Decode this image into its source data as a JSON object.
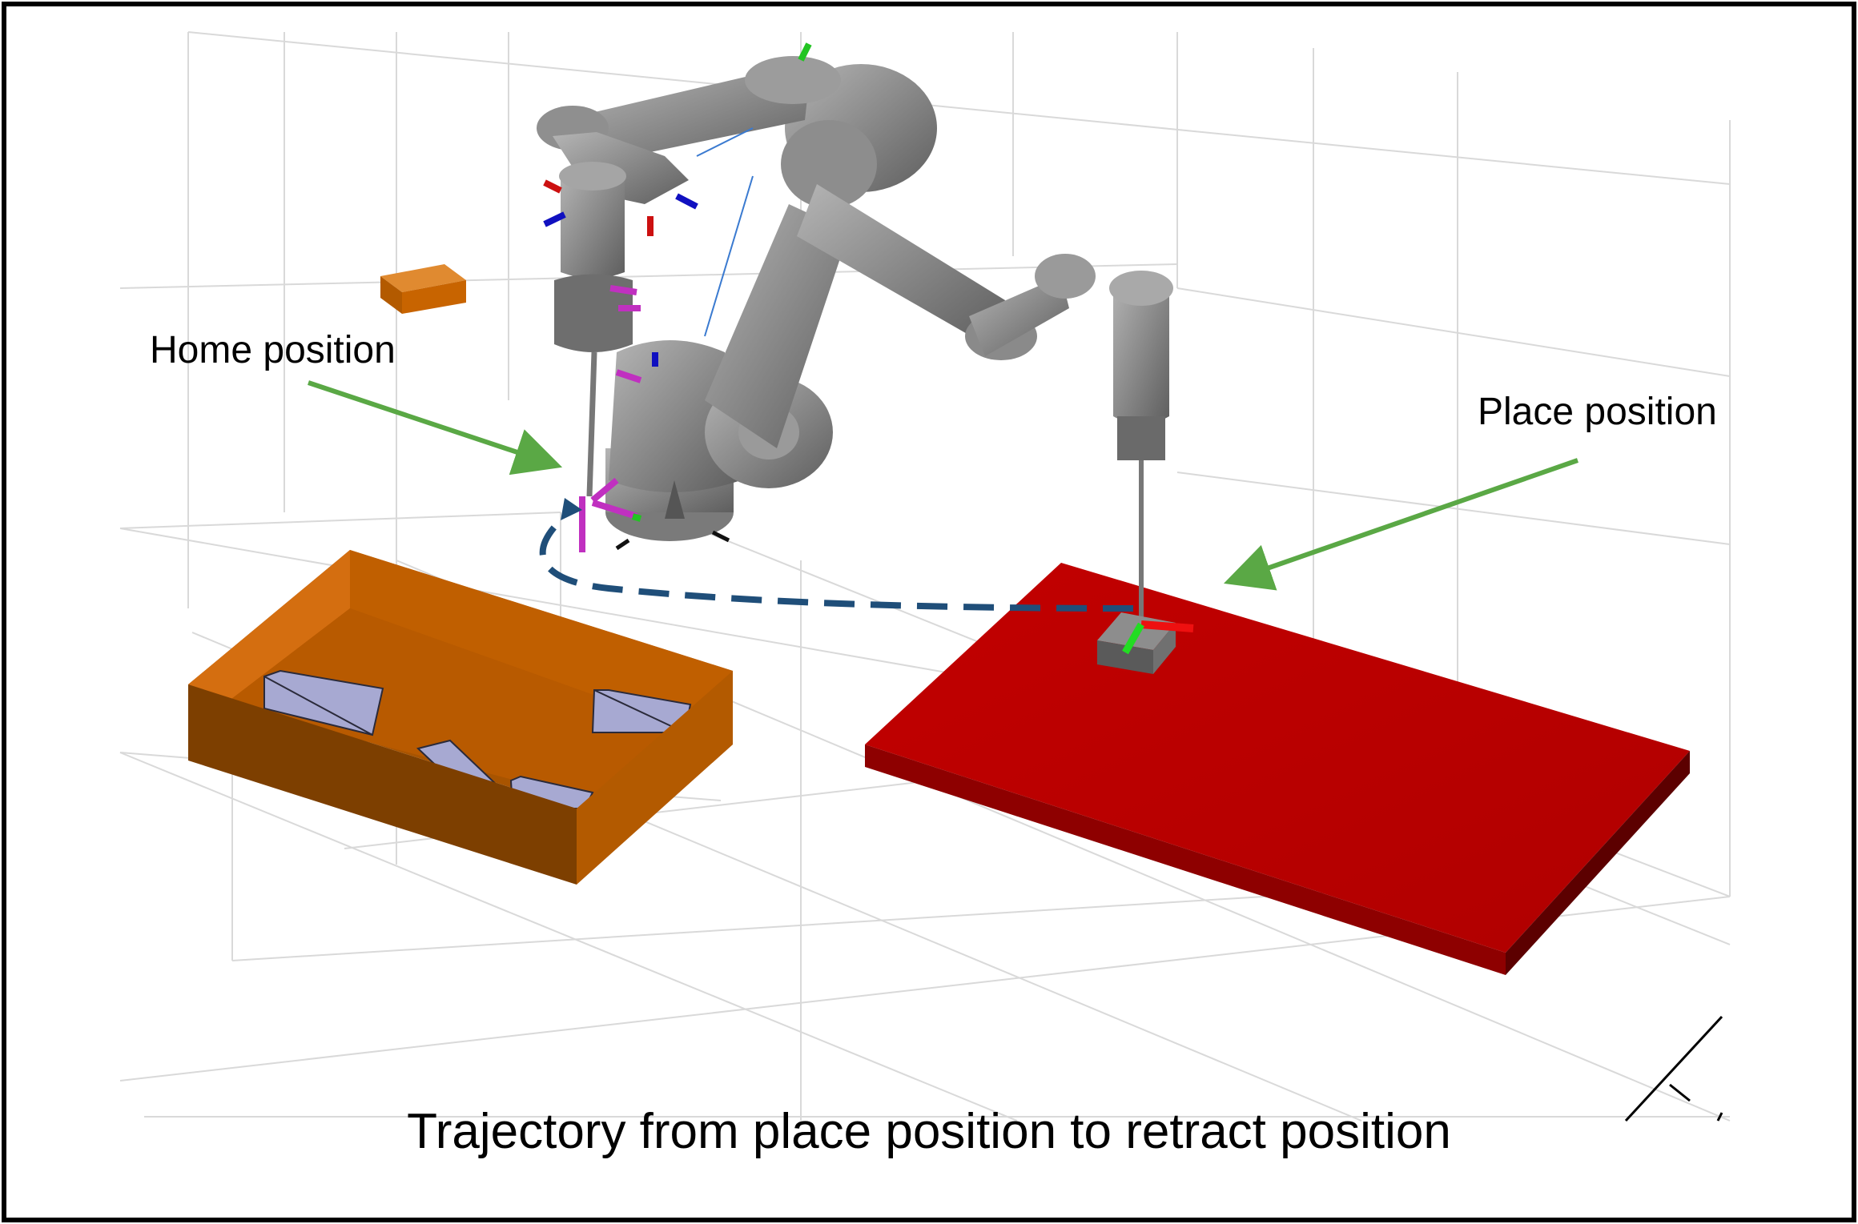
{
  "annotations": {
    "home_label": "Home position",
    "place_label": "Place position"
  },
  "caption": "Trajectory from place position to retract position",
  "colors": {
    "frame_border": "#000000",
    "grid": "#d8d8d8",
    "bin_orange": "#c86400",
    "table_red": "#c00000",
    "robot_gray": "#8f8f8f",
    "trajectory_blue": "#1f4e79",
    "arrow_green": "#5aa845",
    "parts_lavender": "#a7a9d2"
  },
  "icons": {
    "robot": "robot-arm-icon",
    "trajectory": "dashed-trajectory-icon"
  }
}
